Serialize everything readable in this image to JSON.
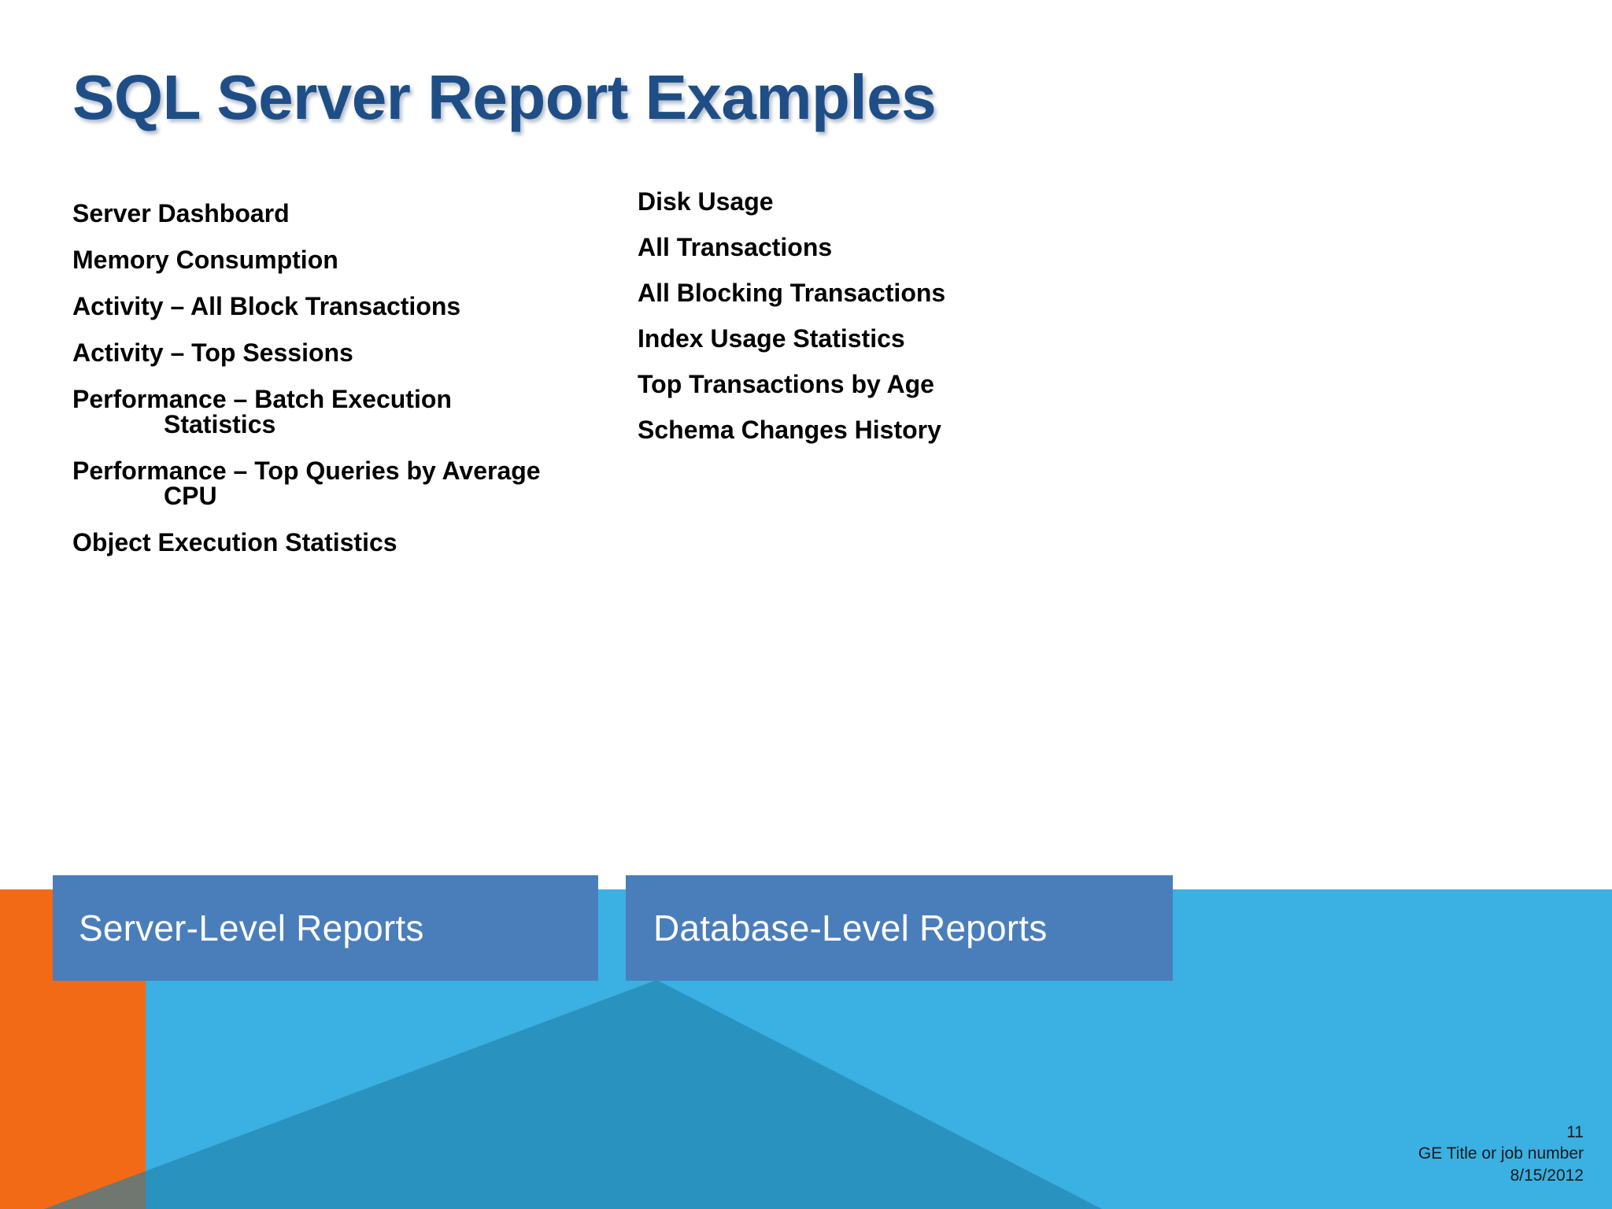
{
  "slide": {
    "title": "SQL Server Report Examples",
    "title_color": "#1F4E87",
    "background_color": "#FFFFFF"
  },
  "columns": {
    "left": {
      "items": [
        {
          "line1": "Server Dashboard",
          "line2": ""
        },
        {
          "line1": "Memory Consumption",
          "line2": ""
        },
        {
          "line1": "Activity – All Block Transactions",
          "line2": ""
        },
        {
          "line1": "Activity – Top Sessions",
          "line2": ""
        },
        {
          "line1": "Performance – Batch Execution",
          "line2": "Statistics"
        },
        {
          "line1": "Performance – Top Queries by Average",
          "line2": "CPU"
        },
        {
          "line1": "Object Execution Statistics",
          "line2": ""
        }
      ]
    },
    "right": {
      "items": [
        {
          "line1": "Disk Usage",
          "line2": ""
        },
        {
          "line1": "All Transactions",
          "line2": ""
        },
        {
          "line1": "All Blocking Transactions",
          "line2": ""
        },
        {
          "line1": "Index Usage Statistics",
          "line2": ""
        },
        {
          "line1": "Top Transactions by Age",
          "line2": ""
        },
        {
          "line1": "Schema Changes History",
          "line2": ""
        }
      ]
    }
  },
  "banners": {
    "left_label": "Server-Level Reports",
    "right_label": "Database-Level Reports",
    "color": "#4A7EBB",
    "text_color": "#FFFFFF"
  },
  "decoration": {
    "orange_color": "#F26A16",
    "cyan_color": "#3BB0E2",
    "teal_triangle_color": "#1E7FA8"
  },
  "footer": {
    "page_number": "11",
    "job_label": "GE Title or job number",
    "date": "8/15/2012"
  }
}
